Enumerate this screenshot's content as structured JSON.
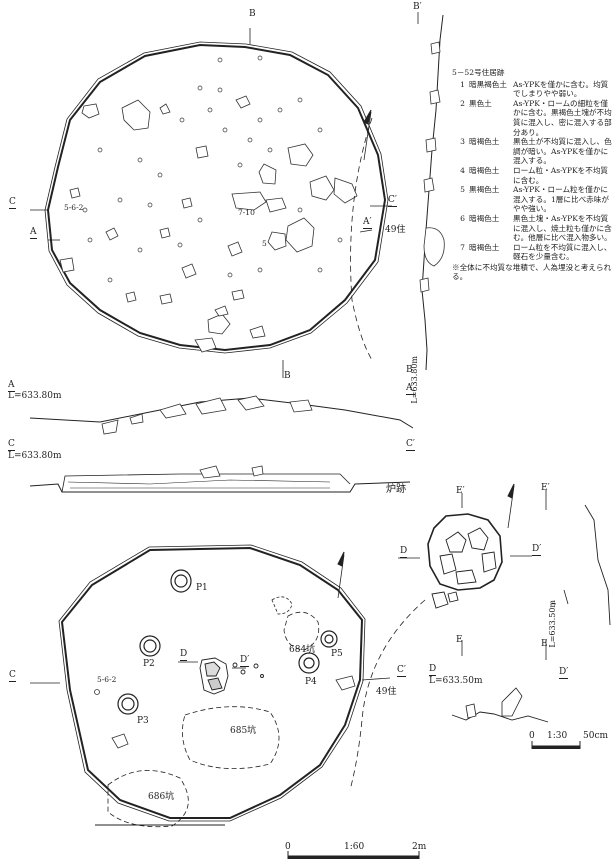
{
  "plan1": {
    "B_top": "B",
    "C_left": "C",
    "C_right": "C′",
    "A_left": "A",
    "A_right": "A′",
    "B_bottom": "B",
    "house49": "49住",
    "point": "5-6-2",
    "point2": "5",
    "point3": "7-10"
  },
  "side_section": {
    "B_top": "B′",
    "elev": "L=633.80m",
    "B": "B"
  },
  "legend": {
    "title": "5－52号住居跡",
    "layers": [
      {
        "num": "1",
        "name": "暗黒褐色土",
        "desc": "As-YPKを僅かに含む。均質でしまりやや弱い。"
      },
      {
        "num": "2",
        "name": "黒色土",
        "desc": "As-YPK・ロームの細粒を僅かに含む。黒褐色土塊が不均質に混入し、密に混入する部分あり。"
      },
      {
        "num": "3",
        "name": "暗褐色土",
        "desc": "黒色土が不均質に混入し、色調が暗い。As-YPKを僅かに混入する。"
      },
      {
        "num": "4",
        "name": "暗褐色土",
        "desc": "ローム粒・As-YPKを不均質に含む。"
      },
      {
        "num": "5",
        "name": "黒褐色土",
        "desc": "As-YPK・ローム粒を僅かに混入する。1層に比べ赤味がやや強い。"
      },
      {
        "num": "6",
        "name": "暗褐色土",
        "desc": "黒色土塊・As-YPKを不均質に混入し、焼土粒も僅かに含む。他層に比べ混入物多い。"
      },
      {
        "num": "7",
        "name": "暗褐色土",
        "desc": "ローム粒を不均質に混入し、軽石を少量含む。"
      }
    ],
    "note": "※全体に不均質な堆積で、人為埋没と考えられる。"
  },
  "section_a": {
    "A": "A",
    "elev": "L=633.80m",
    "A_prime": "A′"
  },
  "section_c": {
    "C": "C",
    "elev": "L=633.80m",
    "C_prime": "C′"
  },
  "hearth": {
    "title": "炉跡",
    "E_top": "E′",
    "E2_top": "E′",
    "D": "D",
    "D_prime": "D′",
    "E_bottom": "E",
    "E_bottom2": "E",
    "elev_v": "L=633.50m",
    "section_D": "D",
    "section_elev": "L=633.50m",
    "section_D_prime": "D′"
  },
  "plan2": {
    "P1": "P1",
    "P2": "P2",
    "P3": "P3",
    "P4": "P4",
    "P5": "P5",
    "pit684": "684坑",
    "pit685": "685坑",
    "pit686": "686坑",
    "C_left": "C",
    "C_right": "C′",
    "D": "D",
    "D_prime": "D′",
    "house49": "49住",
    "point": "5-6-2"
  },
  "scale_small": {
    "zero": "0",
    "mid": "1:30",
    "end": "50cm"
  },
  "scale_main": {
    "zero": "0",
    "mid": "1:60",
    "end": "2m"
  }
}
